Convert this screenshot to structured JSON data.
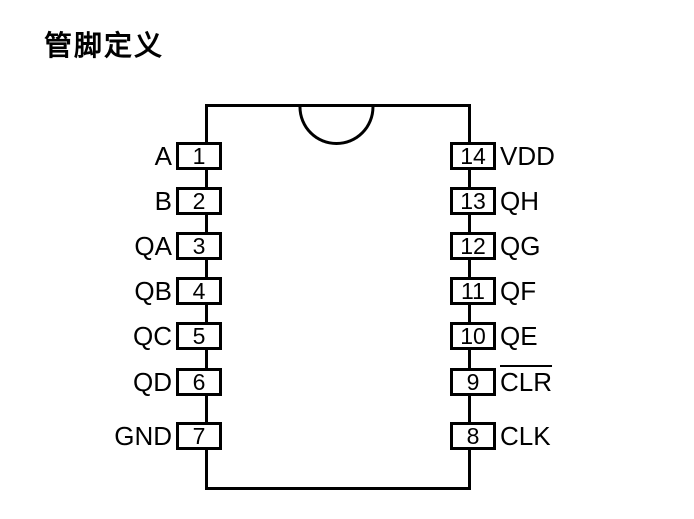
{
  "title": "管脚定义",
  "chip": {
    "package": "DIP-14",
    "colors": {
      "line": "#000000",
      "background": "#ffffff"
    },
    "rows": [
      {
        "left_label": "A",
        "left_num": "1",
        "right_num": "14",
        "right_label": "VDD",
        "right_label_overline": false
      },
      {
        "left_label": "B",
        "left_num": "2",
        "right_num": "13",
        "right_label": "QH",
        "right_label_overline": false
      },
      {
        "left_label": "QA",
        "left_num": "3",
        "right_num": "12",
        "right_label": "QG",
        "right_label_overline": false
      },
      {
        "left_label": "QB",
        "left_num": "4",
        "right_num": "11",
        "right_label": "QF",
        "right_label_overline": false
      },
      {
        "left_label": "QC",
        "left_num": "5",
        "right_num": "10",
        "right_label": "QE",
        "right_label_overline": false
      },
      {
        "left_label": "QD",
        "left_num": "6",
        "right_num": "9",
        "right_label": "CLR",
        "right_label_overline": true
      },
      {
        "left_label": "GND",
        "left_num": "7",
        "right_num": "8",
        "right_label": "CLK",
        "right_label_overline": false
      }
    ]
  }
}
